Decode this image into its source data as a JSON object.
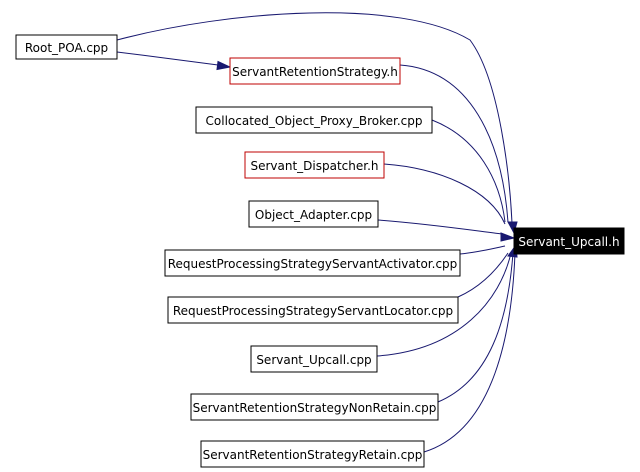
{
  "colors": {
    "edge": "#191970",
    "node_border": "#000000",
    "header_border": "#bf0000",
    "target_fill": "#000000",
    "target_text": "#ffffff"
  },
  "nodes": {
    "root_poa": {
      "label": "Root_POA.cpp",
      "style": "normal"
    },
    "servant_retention_strategy_h": {
      "label": "ServantRetentionStrategy.h",
      "style": "header"
    },
    "collocated_object_proxy_broker": {
      "label": "Collocated_Object_Proxy_Broker.cpp",
      "style": "normal"
    },
    "servant_dispatcher_h": {
      "label": "Servant_Dispatcher.h",
      "style": "header"
    },
    "object_adapter": {
      "label": "Object_Adapter.cpp",
      "style": "normal"
    },
    "rps_servant_activator": {
      "label": "RequestProcessingStrategyServantActivator.cpp",
      "style": "normal"
    },
    "rps_servant_locator": {
      "label": "RequestProcessingStrategyServantLocator.cpp",
      "style": "normal"
    },
    "servant_upcall_cpp": {
      "label": "Servant_Upcall.cpp",
      "style": "normal"
    },
    "srs_non_retain": {
      "label": "ServantRetentionStrategyNonRetain.cpp",
      "style": "normal"
    },
    "srs_retain": {
      "label": "ServantRetentionStrategyRetain.cpp",
      "style": "normal"
    },
    "servant_upcall_h": {
      "label": "Servant_Upcall.h",
      "style": "target"
    }
  },
  "edges": [
    {
      "from": "root_poa",
      "to": "servant_retention_strategy_h"
    },
    {
      "from": "root_poa",
      "to": "servant_upcall_h"
    },
    {
      "from": "servant_retention_strategy_h",
      "to": "servant_upcall_h"
    },
    {
      "from": "collocated_object_proxy_broker",
      "to": "servant_upcall_h"
    },
    {
      "from": "servant_dispatcher_h",
      "to": "servant_upcall_h"
    },
    {
      "from": "object_adapter",
      "to": "servant_upcall_h"
    },
    {
      "from": "rps_servant_activator",
      "to": "servant_upcall_h"
    },
    {
      "from": "rps_servant_locator",
      "to": "servant_upcall_h"
    },
    {
      "from": "servant_upcall_cpp",
      "to": "servant_upcall_h"
    },
    {
      "from": "srs_non_retain",
      "to": "servant_upcall_h"
    },
    {
      "from": "srs_retain",
      "to": "servant_upcall_h"
    }
  ]
}
